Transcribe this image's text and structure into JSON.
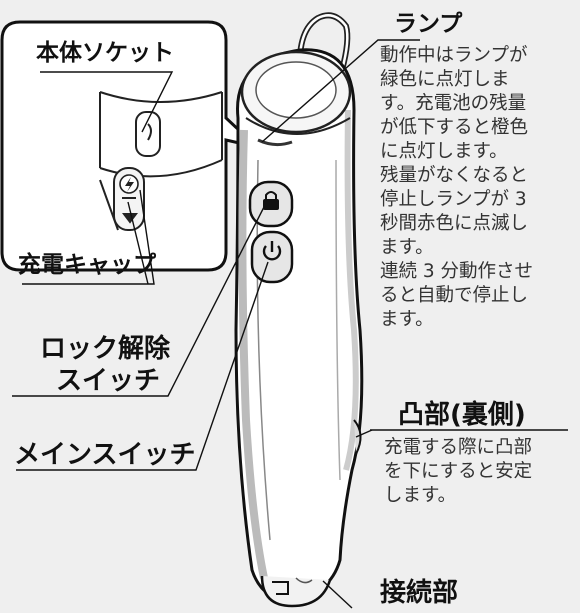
{
  "labels": {
    "lamp": "ランプ",
    "body_socket": "本体ソケット",
    "charge_cap": "充電キャップ",
    "lock_release_line1": "ロック解除",
    "lock_release_line2": "スイッチ",
    "main_switch": "メインスイッチ",
    "protrusion": "凸部(裏側)",
    "connector": "接続部"
  },
  "descriptions": {
    "lamp": [
      "動作中はランプが",
      "緑色に点灯しま",
      "す。充電池の残量",
      "が低下すると橙色",
      "に点灯します。",
      "残量がなくなると",
      "停止しランプが 3",
      "秒間赤色に点滅し",
      "ます。",
      "連続 3 分動作させ",
      "ると自動で停止し",
      "ます。"
    ],
    "protrusion": [
      "充電する際に凸部",
      "を下にすると安定",
      "します。"
    ]
  },
  "icons": {
    "lock_button": "padlock-icon",
    "power_button": "power-icon",
    "cap_symbol": "lightning-icon"
  }
}
